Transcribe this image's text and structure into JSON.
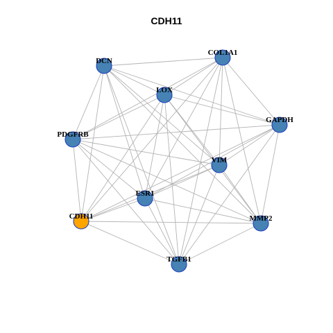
{
  "title": "CDH11",
  "colors": {
    "node_fill": "#4682b4",
    "node_highlight_fill": "#ffa500",
    "node_border": "#1f3fbf",
    "edge": "#b3b3b3"
  },
  "nodes": [
    {
      "id": "DCN",
      "label": "DCN",
      "highlight": false
    },
    {
      "id": "COL1A1",
      "label": "COL1A1",
      "highlight": false
    },
    {
      "id": "LOX",
      "label": "LOX",
      "highlight": false
    },
    {
      "id": "GAPDH",
      "label": "GAPDH",
      "highlight": false
    },
    {
      "id": "PDGFRB",
      "label": "PDGFRB",
      "highlight": false
    },
    {
      "id": "VIM",
      "label": "VIM",
      "highlight": false
    },
    {
      "id": "ESR1",
      "label": "ESR1",
      "highlight": false
    },
    {
      "id": "CDH11",
      "label": "CDH11",
      "highlight": true
    },
    {
      "id": "MMP2",
      "label": "MMP2",
      "highlight": false
    },
    {
      "id": "TGFB1",
      "label": "TGFB1",
      "highlight": false
    }
  ],
  "edges": [
    [
      "DCN",
      "COL1A1"
    ],
    [
      "DCN",
      "LOX"
    ],
    [
      "DCN",
      "GAPDH"
    ],
    [
      "DCN",
      "PDGFRB"
    ],
    [
      "DCN",
      "VIM"
    ],
    [
      "DCN",
      "ESR1"
    ],
    [
      "DCN",
      "CDH11"
    ],
    [
      "DCN",
      "MMP2"
    ],
    [
      "DCN",
      "TGFB1"
    ],
    [
      "COL1A1",
      "LOX"
    ],
    [
      "COL1A1",
      "GAPDH"
    ],
    [
      "COL1A1",
      "VIM"
    ],
    [
      "COL1A1",
      "ESR1"
    ],
    [
      "COL1A1",
      "CDH11"
    ],
    [
      "COL1A1",
      "MMP2"
    ],
    [
      "COL1A1",
      "TGFB1"
    ],
    [
      "COL1A1",
      "PDGFRB"
    ],
    [
      "LOX",
      "GAPDH"
    ],
    [
      "LOX",
      "PDGFRB"
    ],
    [
      "LOX",
      "VIM"
    ],
    [
      "LOX",
      "ESR1"
    ],
    [
      "LOX",
      "MMP2"
    ],
    [
      "LOX",
      "TGFB1"
    ],
    [
      "LOX",
      "CDH11"
    ],
    [
      "GAPDH",
      "PDGFRB"
    ],
    [
      "GAPDH",
      "VIM"
    ],
    [
      "GAPDH",
      "ESR1"
    ],
    [
      "GAPDH",
      "CDH11"
    ],
    [
      "GAPDH",
      "MMP2"
    ],
    [
      "GAPDH",
      "TGFB1"
    ],
    [
      "PDGFRB",
      "VIM"
    ],
    [
      "PDGFRB",
      "ESR1"
    ],
    [
      "PDGFRB",
      "CDH11"
    ],
    [
      "PDGFRB",
      "MMP2"
    ],
    [
      "PDGFRB",
      "TGFB1"
    ],
    [
      "VIM",
      "ESR1"
    ],
    [
      "VIM",
      "CDH11"
    ],
    [
      "VIM",
      "MMP2"
    ],
    [
      "VIM",
      "TGFB1"
    ],
    [
      "ESR1",
      "MMP2"
    ],
    [
      "ESR1",
      "TGFB1"
    ],
    [
      "ESR1",
      "CDH11"
    ],
    [
      "CDH11",
      "MMP2"
    ],
    [
      "CDH11",
      "TGFB1"
    ],
    [
      "MMP2",
      "TGFB1"
    ]
  ]
}
